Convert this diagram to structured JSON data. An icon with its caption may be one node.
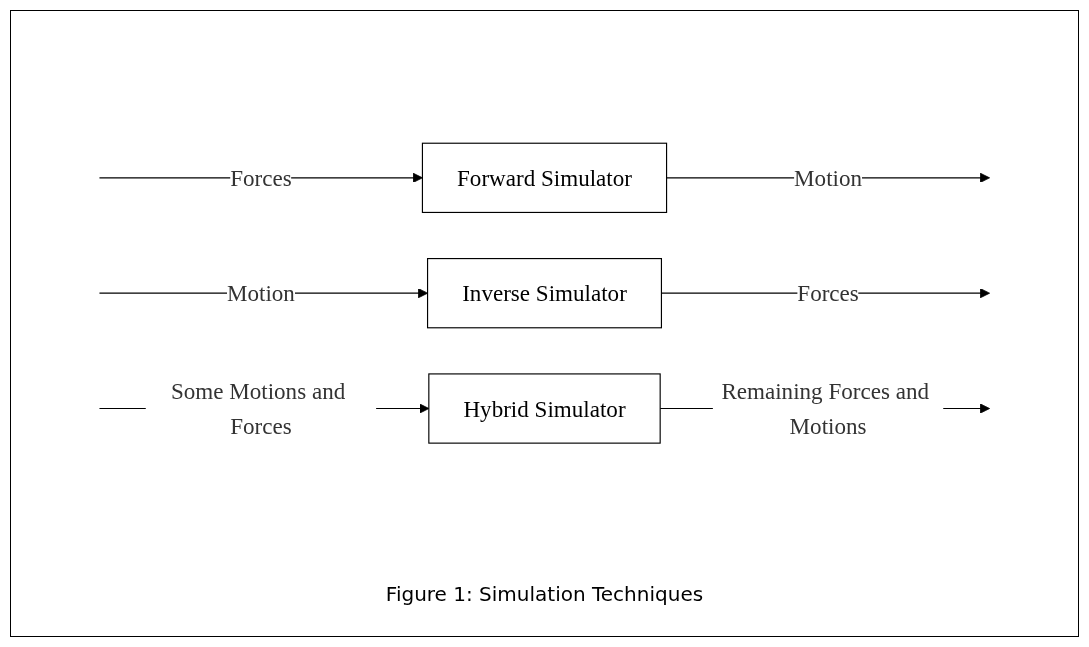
{
  "diagram": {
    "caption": "Figure 1: Simulation Techniques",
    "nodes": [
      {
        "text": [
          "Forward Simulator"
        ]
      },
      {
        "text": [
          "Inverse Simulator"
        ]
      },
      {
        "text": [
          "Hybrid Simulator"
        ]
      }
    ],
    "edges": [
      {
        "from": null,
        "to": 0,
        "arrow": "to",
        "label": "Forces"
      },
      {
        "from": 0,
        "to": null,
        "arrow": "to",
        "label": "Motion"
      },
      {
        "from": null,
        "to": 1,
        "arrow": "to",
        "label": "Motion"
      },
      {
        "from": 1,
        "to": null,
        "arrow": "to",
        "label": "Forces"
      },
      {
        "from": null,
        "to": 2,
        "arrow": "to",
        "label": "Some Motions and Forces"
      },
      {
        "from": 2,
        "to": null,
        "arrow": "to",
        "label": "Remaining Forces and Motions"
      }
    ]
  }
}
